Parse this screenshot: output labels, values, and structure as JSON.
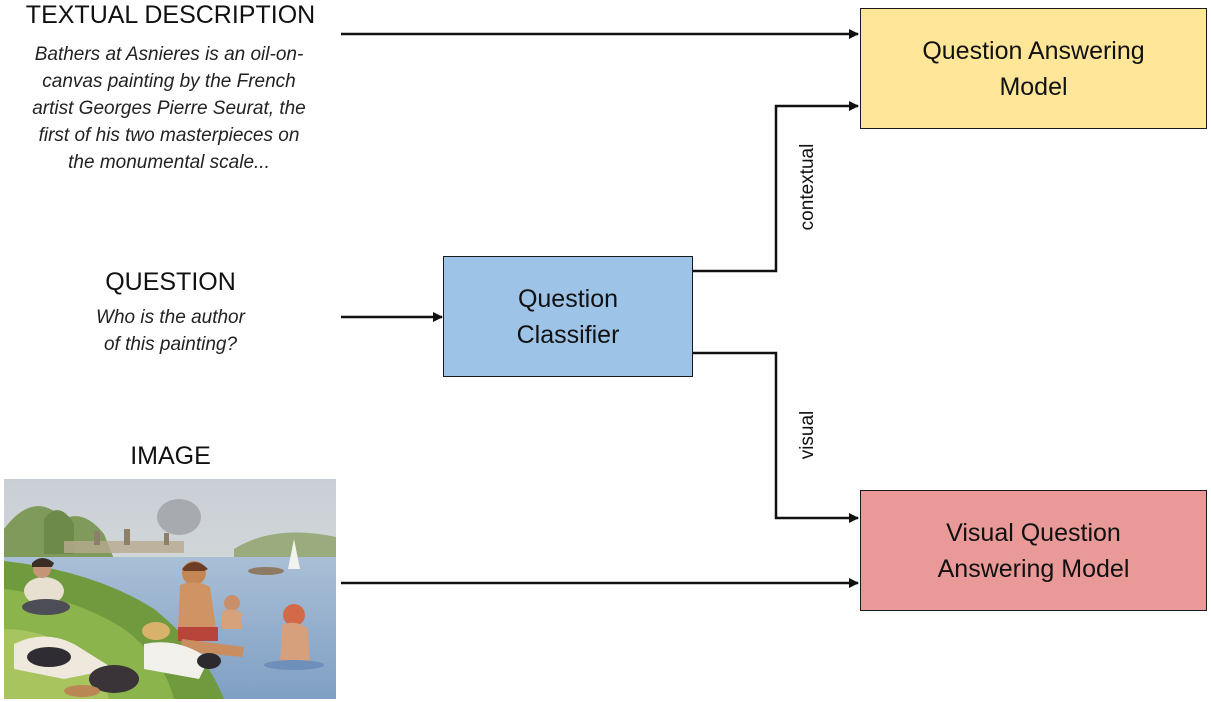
{
  "textual": {
    "heading": "TEXTUAL DESCRIPTION",
    "lines": [
      "Bathers at Asnieres is an oil-on-",
      "canvas painting by the French",
      "artist Georges Pierre Seurat, the",
      "first of his two masterpieces on",
      "the monumental scale..."
    ]
  },
  "question": {
    "heading": "QUESTION",
    "lines": [
      "Who is the author",
      "of this painting?"
    ]
  },
  "image": {
    "heading": "IMAGE"
  },
  "classifier": {
    "lines": [
      "Question",
      "Classifier"
    ],
    "color": "#9dc3e6"
  },
  "qa_model": {
    "lines": [
      "Question Answering",
      "Model"
    ],
    "color": "#ffe699"
  },
  "vqa_model": {
    "lines": [
      "Visual Question",
      "Answering Model"
    ],
    "color": "#ea9999"
  },
  "edges": {
    "contextual": "contextual",
    "visual": "visual"
  }
}
